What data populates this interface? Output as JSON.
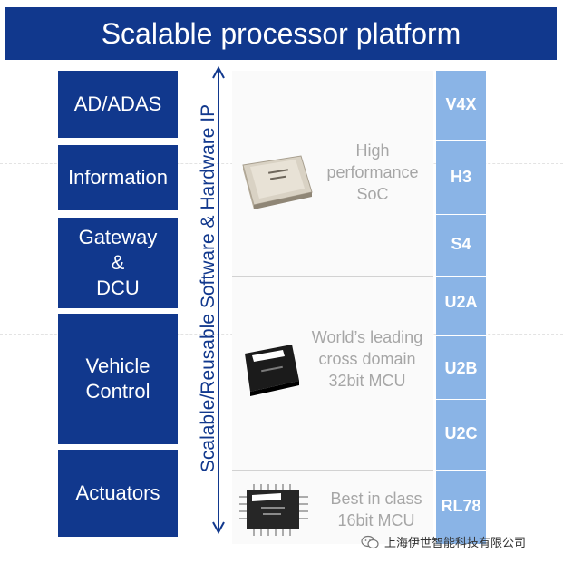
{
  "title": "Scalable processor platform",
  "categories": [
    "AD/ADAS",
    "Information",
    "Gateway\n&\nDCU",
    "Vehicle\nControl",
    "Actuators"
  ],
  "arrow_label": "Scalable/Reusable Software & Hardware IP",
  "tiers": [
    {
      "description": "High\nperformance\nSoC",
      "chip": "soc-chip"
    },
    {
      "description": "World’s leading\ncross  domain\n32bit MCU",
      "chip": "32bit-mcu-chip"
    },
    {
      "description": "Best in class\n16bit MCU",
      "chip": "16bit-mcu-chip"
    }
  ],
  "products": [
    "V4X",
    "H3",
    "S4",
    "U2A",
    "U2B",
    "U2C",
    "RL78"
  ],
  "watermark": "上海伊世智能科技有限公司",
  "colors": {
    "dark_blue": "#11388d",
    "light_blue": "#8ab4e6",
    "grey_text": "#a6a6a6"
  }
}
